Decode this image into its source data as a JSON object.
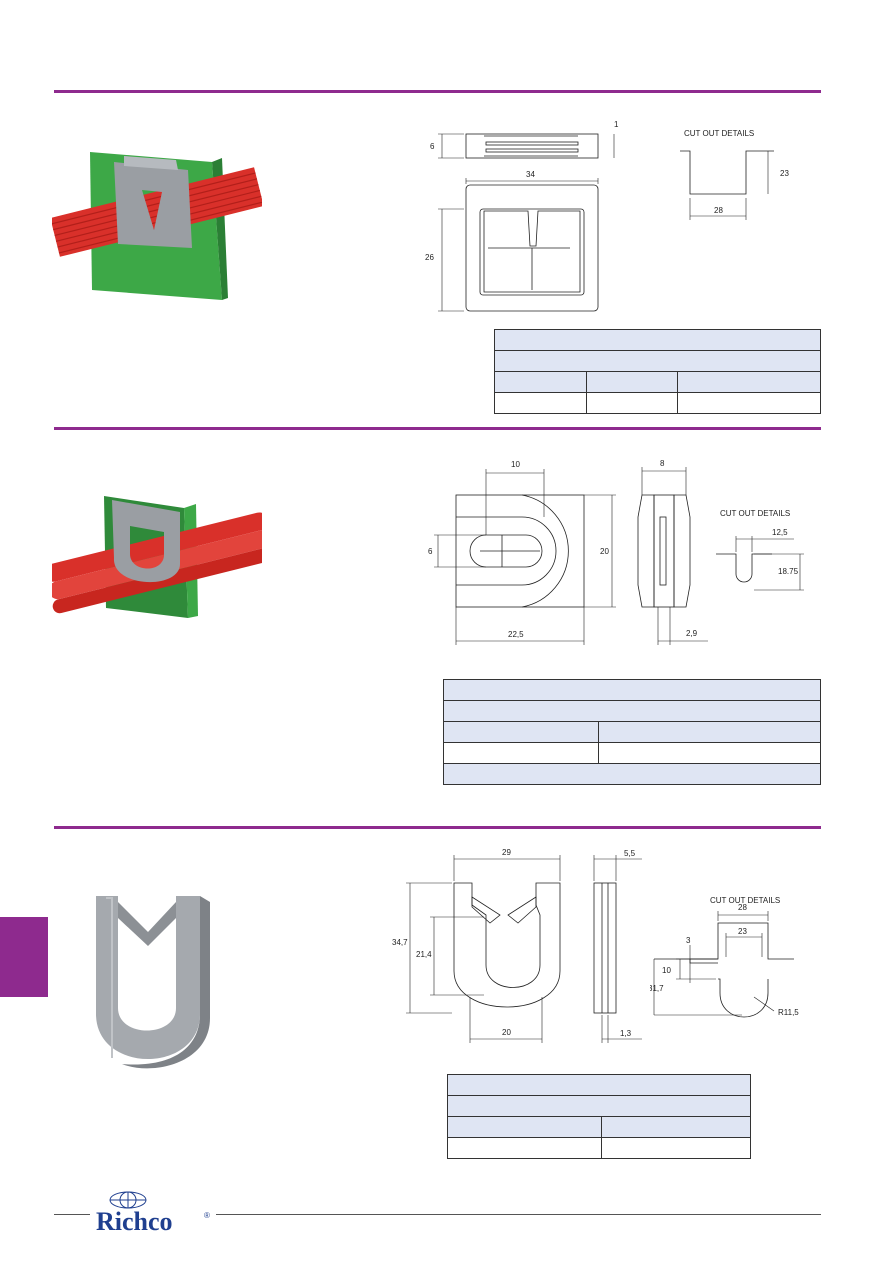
{
  "brand": {
    "logo_text": "Richco",
    "registered_mark": "®"
  },
  "colors": {
    "accent": "#8e2a8e",
    "table_header": "#dfe5f3",
    "panel_green": "#3da847",
    "cable_red": "#d9302a",
    "part_grey": "#9a9ea3"
  },
  "section1": {
    "dims": {
      "height_side": "6",
      "thickness": "1",
      "width": "34",
      "height": "26"
    },
    "cutout": {
      "title": "CUT OUT DETAILS",
      "height": "23",
      "width": "28"
    }
  },
  "section2": {
    "dims": {
      "slot_width": "10",
      "slot_height": "6",
      "height": "20",
      "overall_width": "22,5",
      "side_width": "8",
      "panel": "2,9"
    },
    "cutout": {
      "title": "CUT OUT DETAILS",
      "width": "12,5",
      "height": "18.75"
    }
  },
  "section3": {
    "dims": {
      "width": "29",
      "side_width": "5,5",
      "height": "34,7",
      "inner_height": "21,4",
      "inner_width": "20",
      "panel": "1,3"
    },
    "cutout": {
      "title": "CUT OUT DETAILS",
      "outer_width": "28",
      "inner_width": "23",
      "notch": "3",
      "notch_height": "10",
      "height": "31,7",
      "radius": "R11,5"
    }
  }
}
